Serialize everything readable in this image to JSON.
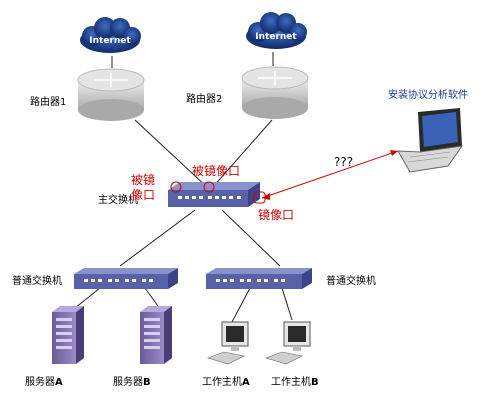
{
  "clouds": [
    "Internet",
    "Internet"
  ],
  "routers": [
    "路由器1",
    "路由器2"
  ],
  "core_switch": "主交换机",
  "mirrored_ports_label_1": [
    "被镜",
    "像口"
  ],
  "mirrored_ports_label_2": "被镜像口",
  "mirror_port_label": "镜像口",
  "unknown_link_label": "???",
  "analyzer_label": "安装协议分析软件",
  "access_switches": [
    "普通交换机",
    "普通交换机"
  ],
  "servers": [
    {
      "prefix": "服务器",
      "suffix": "A"
    },
    {
      "prefix": "服务器",
      "suffix": "B"
    }
  ],
  "workstations": [
    {
      "prefix": "工作主机",
      "suffix": "A"
    },
    {
      "prefix": "工作主机",
      "suffix": "B"
    }
  ],
  "colors": {
    "cloud": "#1a3f8a",
    "router": "#c9c9c9",
    "switch": "#5862a8",
    "annotation": "#d40000",
    "analyzer_text": "#1a3a9a"
  }
}
